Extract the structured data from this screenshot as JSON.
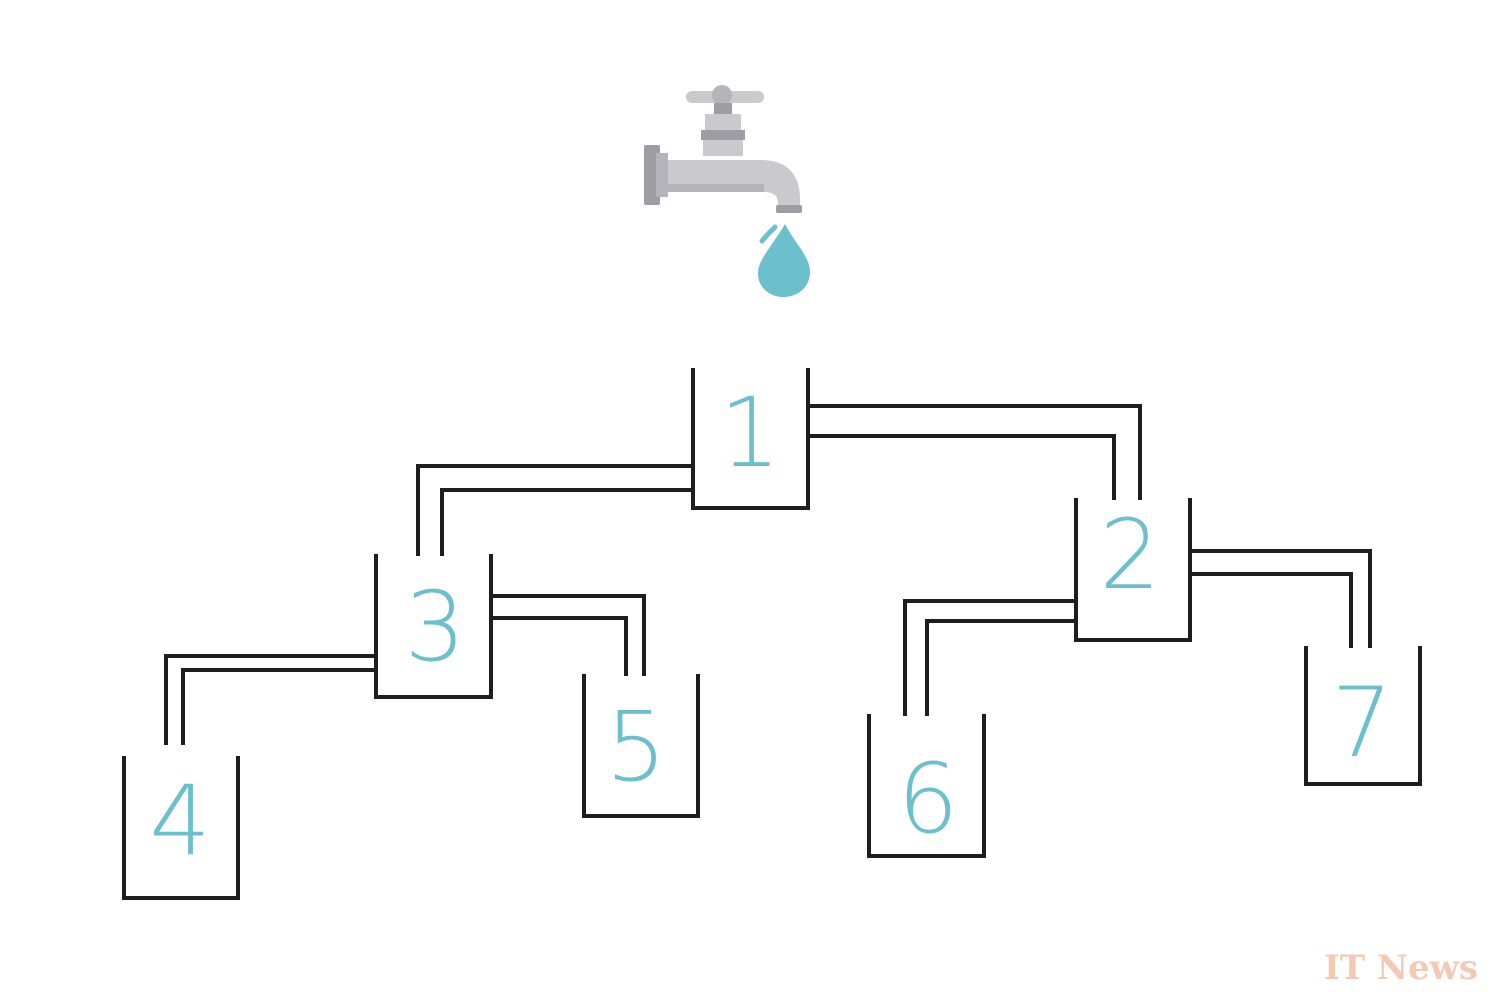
{
  "colors": {
    "label": "#6cbfcc",
    "water": "#6cbfcc",
    "outline": "#1e1e1e",
    "faucet_body": "#c9c9ce",
    "faucet_dark": "#9d9da3",
    "watermark": "#f4c9b4"
  },
  "faucet": {
    "icon": "water-faucet-icon",
    "drop_icon": "water-drop-icon"
  },
  "cups": [
    {
      "id": "1",
      "label": "1"
    },
    {
      "id": "2",
      "label": "2"
    },
    {
      "id": "3",
      "label": "3"
    },
    {
      "id": "4",
      "label": "4"
    },
    {
      "id": "5",
      "label": "5"
    },
    {
      "id": "6",
      "label": "6"
    },
    {
      "id": "7",
      "label": "7"
    }
  ],
  "pipes": [
    {
      "from": "1",
      "to": "3"
    },
    {
      "from": "1",
      "to": "2"
    },
    {
      "from": "3",
      "to": "4"
    },
    {
      "from": "3",
      "to": "5"
    },
    {
      "from": "2",
      "to": "6"
    },
    {
      "from": "2",
      "to": "7"
    }
  ],
  "watermark": "IT News"
}
